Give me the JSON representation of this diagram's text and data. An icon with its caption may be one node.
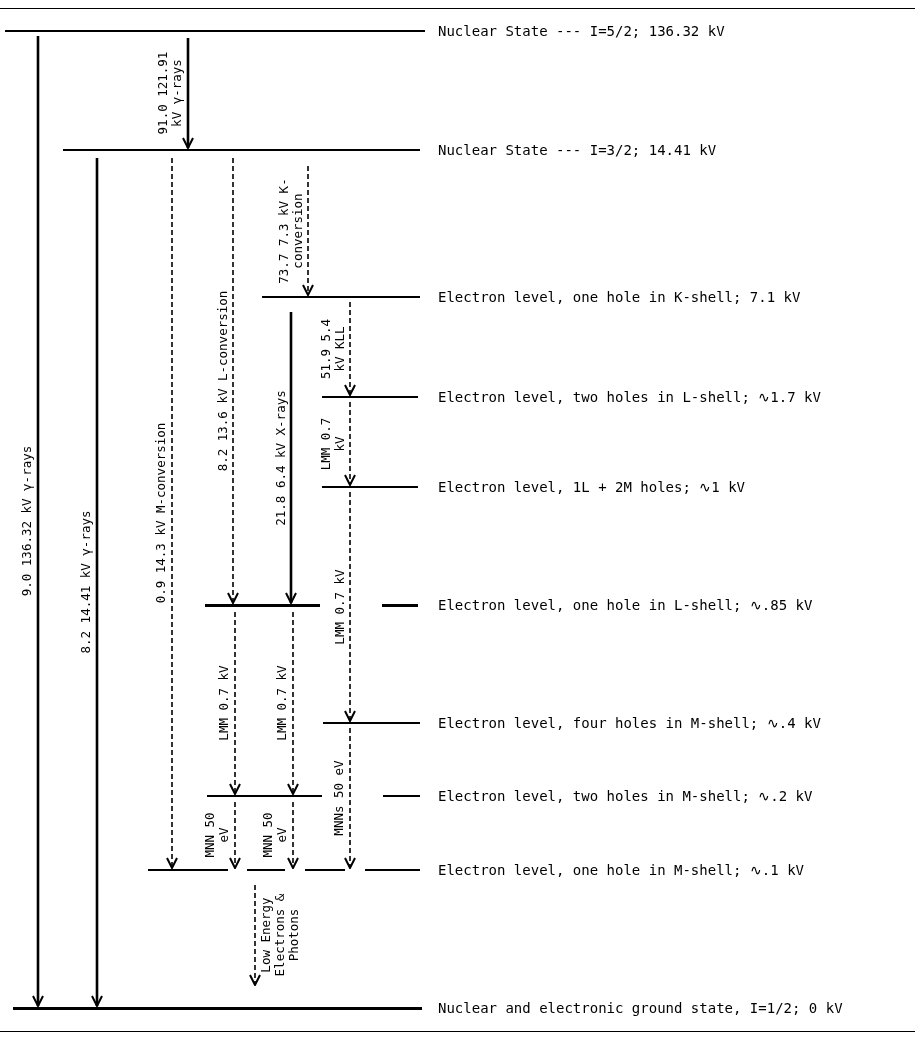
{
  "diagram": {
    "nodes": [
      {
        "text": [
          "Nuclear State --- I=5/2; 136.32 kV"
        ]
      },
      {
        "text": [
          "Nuclear State --- I=3/2; 14.41 kV"
        ]
      },
      {
        "text": [
          "Electron level, one hole in K-shell; 7.1 kV"
        ]
      },
      {
        "text": [
          "Electron level, two holes in L-shell; ∿1.7 kV"
        ]
      },
      {
        "text": [
          "Electron level, 1L + 2M holes; ∿1 kV"
        ]
      },
      {
        "text": [
          "Electron level, one hole in L-shell; ∿.85 kV"
        ]
      },
      {
        "text": [
          "Electron level, four holes in M-shell; ∿.4 kV"
        ]
      },
      {
        "text": [
          "Electron level, two holes in M-shell; ∿.2 kV"
        ]
      },
      {
        "text": [
          "Electron level, one hole in M-shell; ∿.1 kV"
        ]
      },
      {
        "text": [
          "Nuclear and electronic ground state, I=1/2; 0 kV"
        ]
      }
    ],
    "edges": [
      {
        "from": 0,
        "to": 9,
        "arrow": "to",
        "label": "9.0 136.32 kV γ-rays"
      },
      {
        "from": 0,
        "to": 1,
        "arrow": "to",
        "label": "91.0 121.91 kV γ-rays"
      },
      {
        "from": 1,
        "to": 9,
        "arrow": "to",
        "label": "8.2 14.41 kV γ-rays"
      },
      {
        "from": 1,
        "to": 8,
        "arrow": "to",
        "style": "dashed",
        "label": "0.9 14.3 kV M-conversion"
      },
      {
        "from": 1,
        "to": 5,
        "arrow": "to",
        "style": "dashed",
        "label": "8.2 13.6 kV L-conversion"
      },
      {
        "from": 1,
        "to": 2,
        "arrow": "to",
        "style": "dashed",
        "label": "73.7 7.3 kV K-conversion"
      },
      {
        "from": 2,
        "to": 5,
        "arrow": "to",
        "label": "21.8 6.4 kV X-rays"
      },
      {
        "from": 2,
        "to": 3,
        "arrow": "to",
        "style": "dashed",
        "label": "51.9 5.4 kV KLL"
      },
      {
        "from": 3,
        "to": 4,
        "arrow": "to",
        "style": "dashed",
        "label": "LMM 0.7 kV"
      },
      {
        "from": 4,
        "to": 6,
        "arrow": "to",
        "style": "dashed",
        "label": "LMM 0.7 kV"
      },
      {
        "from": 5,
        "to": 7,
        "arrow": "to",
        "style": "dashed",
        "label": "LMM 0.7 kV"
      },
      {
        "from": 5,
        "to": 7,
        "arrow": "to",
        "style": "dashed",
        "label": "LMM 0.7 kV"
      },
      {
        "from": 7,
        "to": 8,
        "arrow": "to",
        "style": "dashed",
        "label": "MNN 50 eV"
      },
      {
        "from": 7,
        "to": 8,
        "arrow": "to",
        "style": "dashed",
        "label": "MNN 50 eV"
      },
      {
        "from": 6,
        "to": 8,
        "arrow": "to",
        "style": "dashed",
        "label": "MNNs 50 eV"
      },
      {
        "from": 8,
        "to": 9,
        "arrow": "to",
        "style": "dashed",
        "label": "Low Energy Electrons & Photons"
      }
    ]
  }
}
